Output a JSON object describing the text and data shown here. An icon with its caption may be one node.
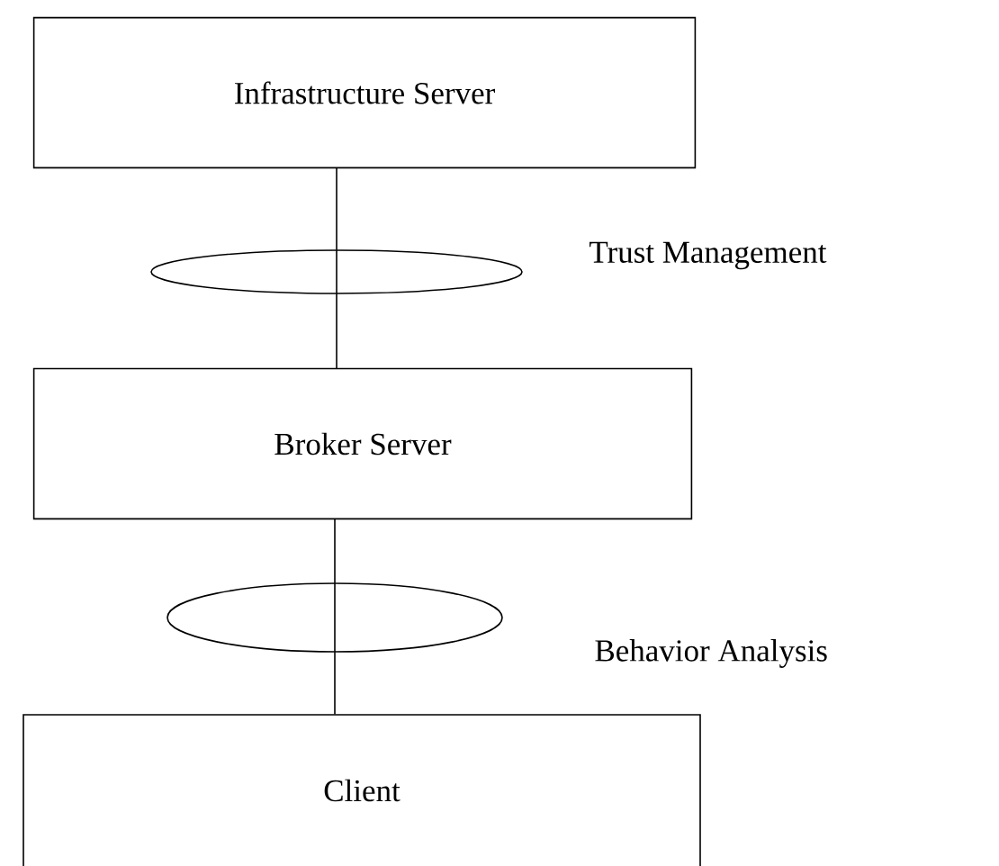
{
  "diagram": {
    "nodes": [
      {
        "text": [
          "Infrastructure Server"
        ]
      },
      {
        "text": [],
        "shape": "ellipse"
      },
      {
        "text": [
          "Broker Server"
        ]
      },
      {
        "text": [],
        "shape": "ellipse"
      },
      {
        "text": [
          "Client"
        ]
      }
    ],
    "edges": [
      {
        "from": 0,
        "to": 1,
        "arrow": "none"
      },
      {
        "from": 1,
        "to": 2,
        "arrow": "none"
      },
      {
        "from": 2,
        "to": 3,
        "arrow": "none"
      },
      {
        "from": 3,
        "to": 4,
        "arrow": "none"
      }
    ],
    "labels": [
      "Trust Management",
      "Behavior Analysis"
    ]
  }
}
